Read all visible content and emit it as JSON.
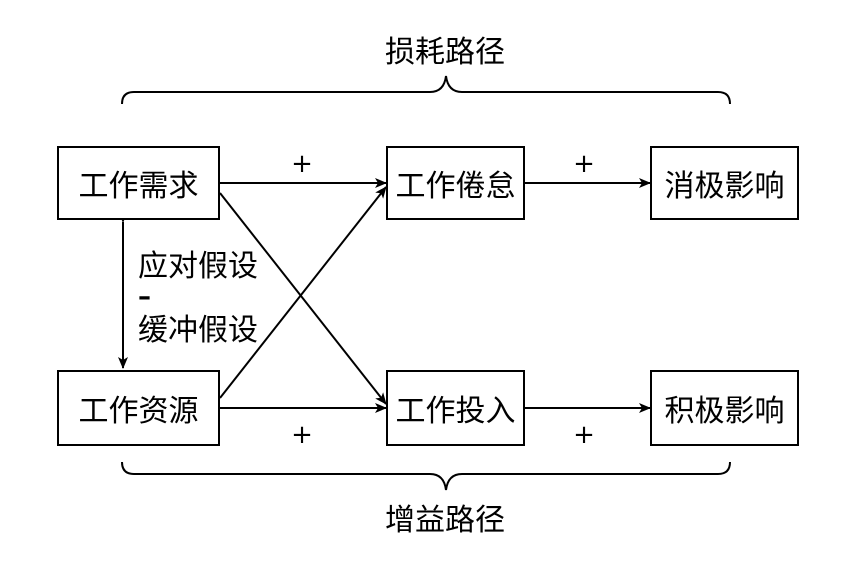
{
  "paths": {
    "top": "损耗路径",
    "bottom": "增益路径"
  },
  "boxes": {
    "demands": "工作需求",
    "resources": "工作资源",
    "burnout": "工作倦怠",
    "engagement": "工作投入",
    "negative": "消极影响",
    "positive": "积极影响"
  },
  "hypotheses": {
    "coping": "应对假设",
    "relation": "–",
    "buffer": "缓冲假设"
  },
  "signs": {
    "demands_burnout": "+",
    "burnout_negative": "+",
    "resources_engagement": "+",
    "engagement_positive": "+"
  }
}
